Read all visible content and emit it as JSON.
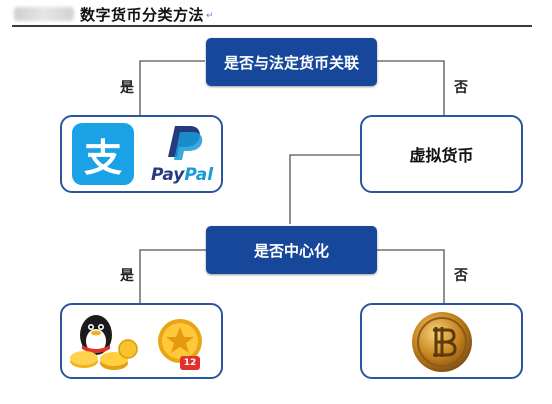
{
  "header": {
    "title": "数字货币分类方法"
  },
  "nodes": {
    "q1": "是否与法定货币关联",
    "virtual": "虚拟货币",
    "q2": "是否中心化"
  },
  "edges": {
    "yes1": "是",
    "no1": "否",
    "yes2": "是",
    "no2": "否"
  },
  "logos": {
    "alipay_glyph": "支",
    "paypal_pay": "Pay",
    "paypal_pal": "Pal",
    "qcoin_badge": "12"
  },
  "colors": {
    "node_blue": "#17479b",
    "box_border": "#2c55a0",
    "alipay": "#1aa1e6",
    "paypal_dark": "#253b80",
    "paypal_light": "#179bd7"
  }
}
